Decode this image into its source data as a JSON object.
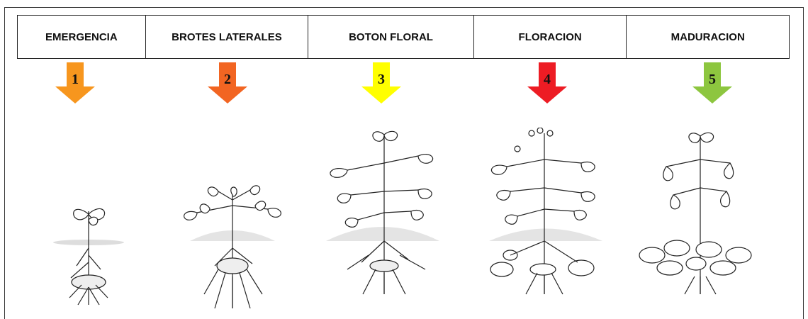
{
  "stages": [
    {
      "label": "EMERGENCIA",
      "number": "1",
      "color": "#f7961e"
    },
    {
      "label": "BROTES LATERALES",
      "number": "2",
      "color": "#f26522"
    },
    {
      "label": "BOTON FLORAL",
      "number": "3",
      "color": "#ffff00"
    },
    {
      "label": "FLORACION",
      "number": "4",
      "color": "#ed1c24"
    },
    {
      "label": "MADURACION",
      "number": "5",
      "color": "#8dc63f"
    }
  ]
}
